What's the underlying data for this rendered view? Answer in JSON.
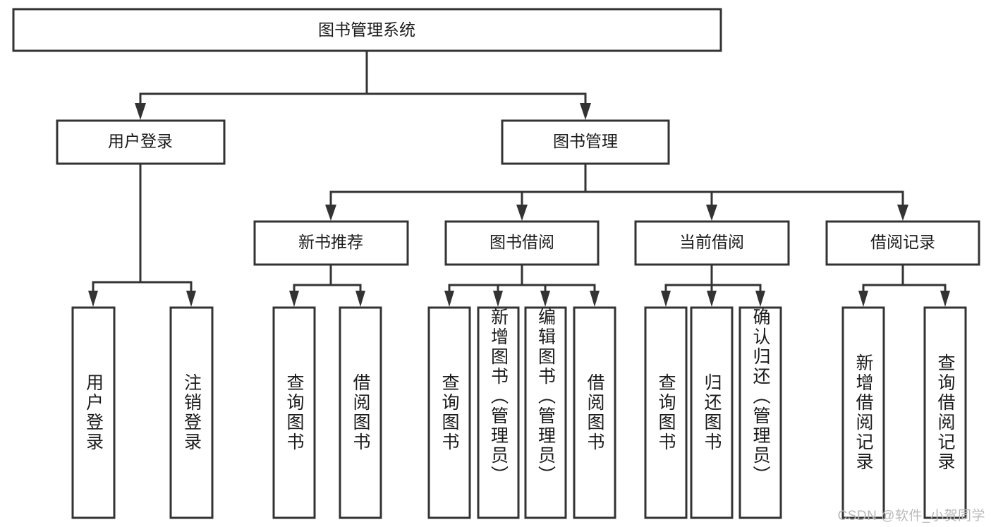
{
  "diagram": {
    "title": "图书管理系统",
    "type": "tree-hierarchy-diagram",
    "watermark": "CSDN @软件_小贺同学",
    "colors": {
      "stroke": "#333333",
      "fill": "#ffffff",
      "text": "#1b1b1b",
      "watermark": "#b9b9b9"
    },
    "root": {
      "label": "图书管理系统"
    },
    "level2": [
      {
        "label": "用户登录"
      },
      {
        "label": "图书管理"
      }
    ],
    "level3": [
      {
        "label": "新书推荐"
      },
      {
        "label": "图书借阅"
      },
      {
        "label": "当前借阅"
      },
      {
        "label": "借阅记录"
      }
    ],
    "leaves": {
      "user_login": [
        {
          "label": "用户登录"
        },
        {
          "label": "注销登录"
        }
      ],
      "new_book_recommend": [
        {
          "label": "查询图书"
        },
        {
          "label": "借阅图书"
        }
      ],
      "book_borrow": [
        {
          "label": "查询图书"
        },
        {
          "label": "新增图书（管理员）"
        },
        {
          "label": "编辑图书（管理员）"
        },
        {
          "label": "借阅图书"
        }
      ],
      "current_borrow": [
        {
          "label": "查询图书"
        },
        {
          "label": "归还图书"
        },
        {
          "label": "确认归还（管理员）"
        }
      ],
      "borrow_record": [
        {
          "label": "新增借阅记录"
        },
        {
          "label": "查询借阅记录"
        }
      ]
    }
  }
}
